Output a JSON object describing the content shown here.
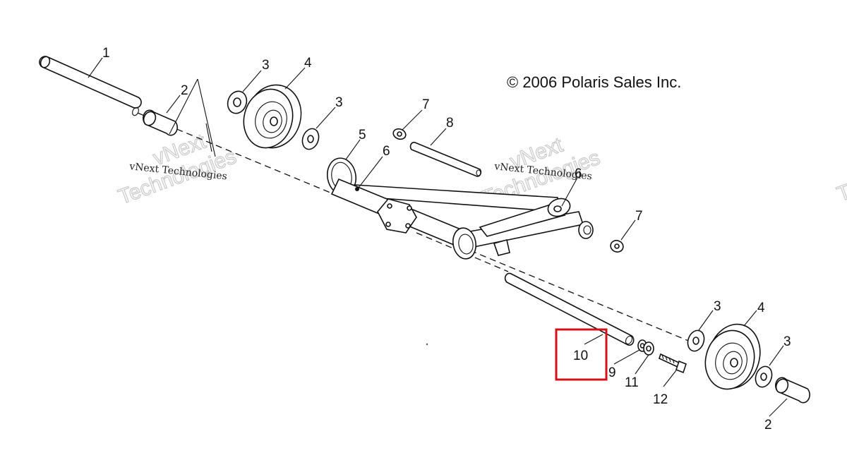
{
  "copyright": "© 2006 Polaris Sales Inc.",
  "watermark": {
    "small": "vNext Technologies",
    "big_line1": "vNext",
    "big_line2": "Technologies"
  },
  "callouts": {
    "c1": "1",
    "c2_top": "2",
    "c2_bottom": "2",
    "c3_a": "3",
    "c3_b": "3",
    "c3_c": "3",
    "c3_d": "3",
    "c4_top": "4",
    "c4_bottom": "4",
    "c5": "5",
    "c6_a": "6",
    "c6_b": "6",
    "c7_a": "7",
    "c7_b": "7",
    "c8": "8",
    "c9": "9",
    "c10": "10",
    "c11": "11",
    "c12": "12"
  },
  "highlight_color": "#d4111b"
}
